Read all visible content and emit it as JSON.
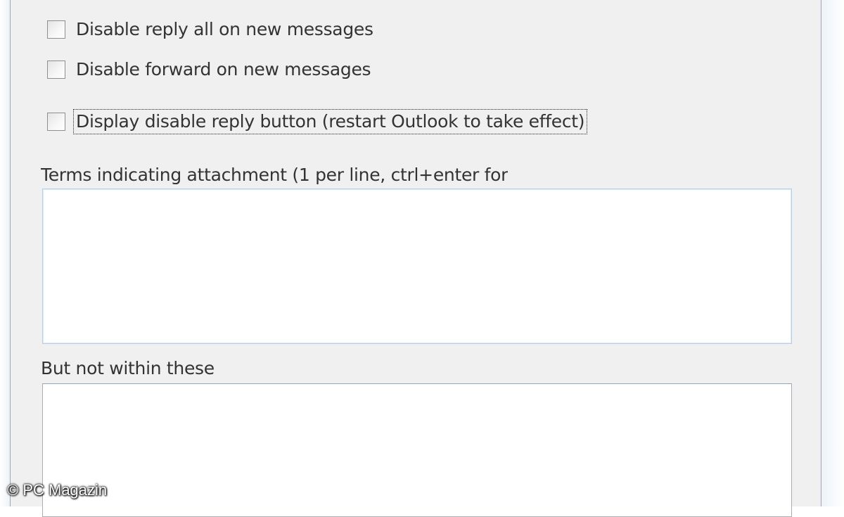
{
  "options": {
    "disable_reply_all": {
      "label": "Disable reply all on new messages",
      "checked": false
    },
    "disable_forward": {
      "label": "Disable forward on new messages",
      "checked": false
    },
    "display_disable_reply": {
      "label": "Display disable reply button (restart Outlook to take effect)",
      "checked": false,
      "focused": true
    }
  },
  "attachment_terms": {
    "label": "Terms indicating attachment (1 per line, ctrl+enter for",
    "value": ""
  },
  "exclusions": {
    "label": "But not within these",
    "value": ""
  },
  "watermark": "© PC Magazin",
  "colors": {
    "panel_background": "#f0f0f0",
    "text": "#333333",
    "textarea_border": "#abadb3",
    "textarea_focus_border": "#b5cfe7"
  }
}
